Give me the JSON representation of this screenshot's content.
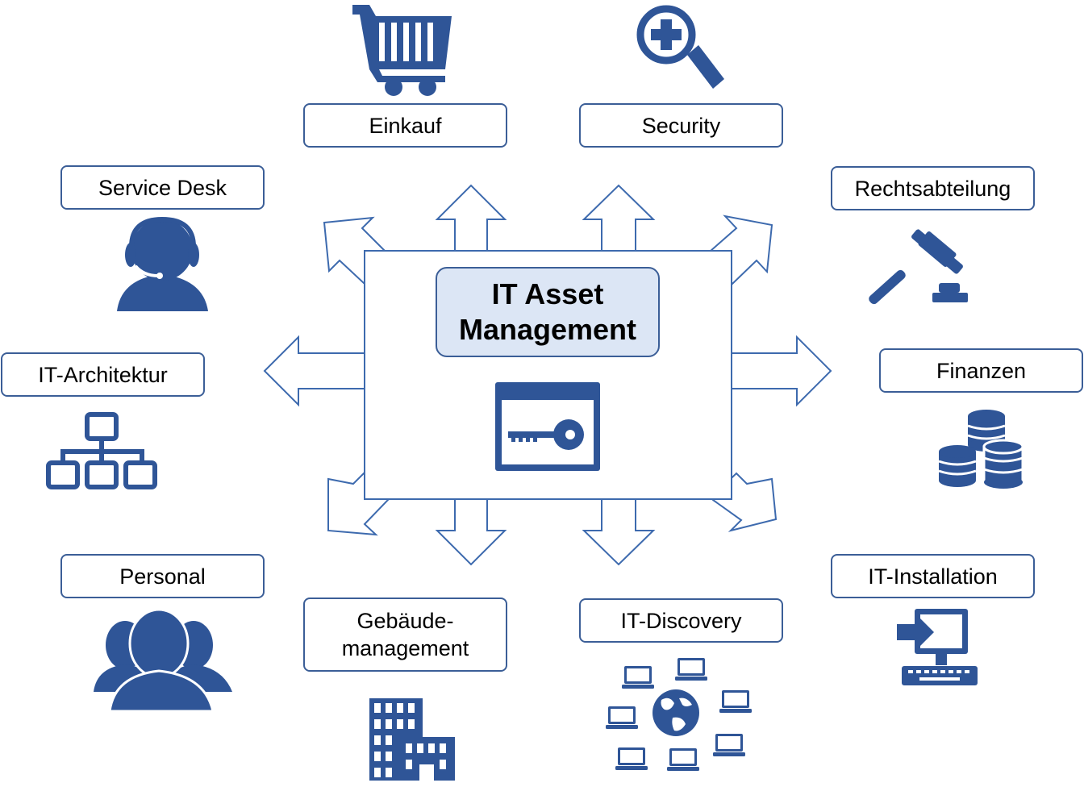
{
  "center": {
    "title_line1": "IT Asset",
    "title_line2": "Management"
  },
  "labels": {
    "einkauf": "Einkauf",
    "security": "Security",
    "service_desk": "Service Desk",
    "rechtsabteilung": "Rechtsabteilung",
    "it_architektur": "IT-Architektur",
    "finanzen": "Finanzen",
    "personal": "Personal",
    "it_installation": "IT-Installation",
    "gebaeude_line1": "Gebäude-",
    "gebaeude_line2": "management",
    "it_discovery": "IT-Discovery"
  },
  "colors": {
    "icon": "#2F5597",
    "outline": "#3B5E97",
    "center_fill": "#DCE6F5",
    "arrow_stroke": "#3D6AAE"
  },
  "icons": [
    "shopping-cart-icon",
    "magnifier-plus-icon",
    "headset-agent-icon",
    "gavel-icon",
    "org-chart-icon",
    "coin-stack-icon",
    "people-group-icon",
    "computer-install-icon",
    "office-building-icon",
    "network-discovery-icon",
    "key-window-icon"
  ]
}
